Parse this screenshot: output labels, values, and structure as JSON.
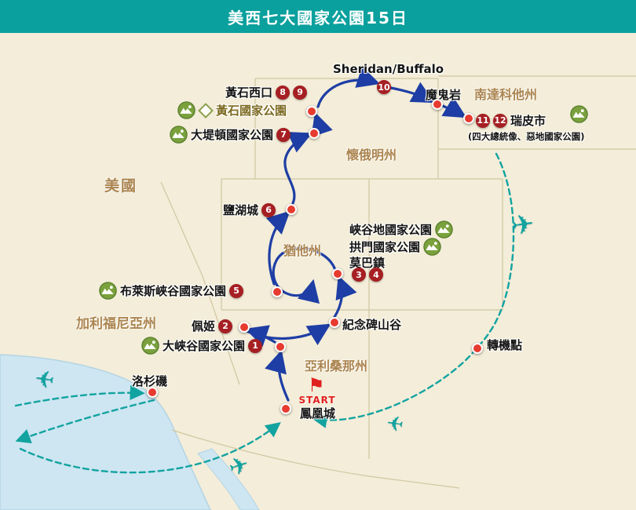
{
  "header": {
    "title": "美西七大國家公園15日"
  },
  "regions": {
    "usa": "美國",
    "wyoming": "懷俄明州",
    "south_dakota": "南達科他州",
    "utah": "猶他州",
    "california": "加利福尼亞州",
    "arizona": "亞利桑那州"
  },
  "stops": {
    "sheridan": {
      "label": "Sheridan/Buffalo",
      "num": "10"
    },
    "west_yellowstone": {
      "label": "黃石西口",
      "num1": "8",
      "num2": "9"
    },
    "devils_tower": {
      "label": "魔鬼岩"
    },
    "yellowstone": {
      "label": "黃石國家公園"
    },
    "grand_teton": {
      "label": "大堤頓國家公園",
      "num": "7"
    },
    "rapid_city": {
      "num1": "11",
      "num2": "12",
      "label": "瑞皮市",
      "note": "(四大總統像、惡地國家公園)"
    },
    "salt_lake_city": {
      "label": "鹽湖城",
      "num": "6"
    },
    "moab": {
      "line1": "峽谷地國家公園",
      "line2": "拱門國家公園",
      "line3": "莫巴鎮",
      "num1": "3",
      "num2": "4"
    },
    "bryce": {
      "label": "布萊斯峽谷國家公園",
      "num": "5"
    },
    "page": {
      "label": "佩姬",
      "num": "2"
    },
    "monument_valley": {
      "label": "紀念碑山谷"
    },
    "grand_canyon": {
      "label": "大峽谷國家公園",
      "num": "1"
    },
    "transfer": {
      "label": "轉機點"
    },
    "los_angeles": {
      "label": "洛杉磯"
    },
    "phoenix": {
      "label": "鳳凰城",
      "start": "START"
    }
  },
  "icons": {
    "plane": "✈",
    "flag": "⚑"
  },
  "colors": {
    "header_teal": "#0aa09d",
    "route_blue": "#1e3ea5",
    "flight_teal": "#12a3a0",
    "marker_red": "#a61f23",
    "dot_red": "#e73b30",
    "region_brown": "#ab8450",
    "land": "#f3edd9",
    "ocean": "#cde6f2"
  }
}
